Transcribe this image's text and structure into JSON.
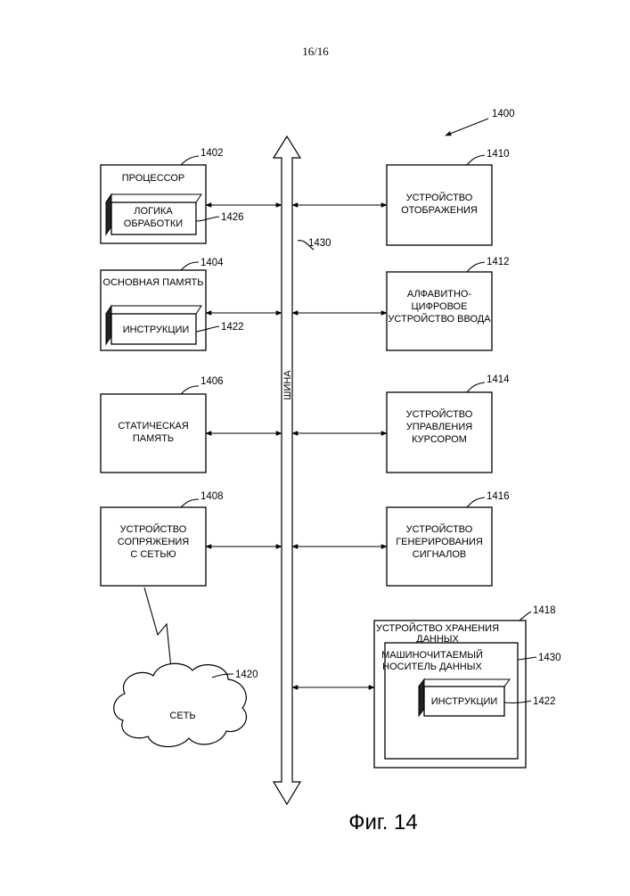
{
  "page_number": "16/16",
  "figure_caption": "Фиг. 14",
  "diagram_ref": "1400",
  "bus": {
    "label": "ШИНА",
    "ref": "1430"
  },
  "processor": {
    "ref": "1402",
    "title": "ПРОЦЕССОР",
    "logic_line1": "ЛОГИКА",
    "logic_line2": "ОБРАБОТКИ",
    "logic_ref": "1426"
  },
  "main_memory": {
    "ref": "1404",
    "title": "ОСНОВНАЯ ПАМЯТЬ",
    "instr": "ИНСТРУКЦИИ",
    "instr_ref": "1422"
  },
  "static_memory": {
    "ref": "1406",
    "line1": "СТАТИЧЕСКАЯ",
    "line2": "ПАМЯТЬ"
  },
  "network_interface": {
    "ref": "1408",
    "line1": "УСТРОЙСТВО",
    "line2": "СОПРЯЖЕНИЯ",
    "line3": "С СЕТЬЮ"
  },
  "network": {
    "ref": "1420",
    "label": "СЕТЬ"
  },
  "display": {
    "ref": "1410",
    "line1": "УСТРОЙСТВО",
    "line2": "ОТОБРАЖЕНИЯ"
  },
  "alnum_input": {
    "ref": "1412",
    "line1": "АЛФАВИТНО-",
    "line2": "ЦИФРОВОЕ",
    "line3": "УСТРОЙСТВО ВВОДА"
  },
  "cursor_control": {
    "ref": "1414",
    "line1": "УСТРОЙСТВО",
    "line2": "УПРАВЛЕНИЯ",
    "line3": "КУРСОРОМ"
  },
  "signal_gen": {
    "ref": "1416",
    "line1": "УСТРОЙСТВО",
    "line2": "ГЕНЕРИРОВАНИЯ",
    "line3": "СИГНАЛОВ"
  },
  "storage": {
    "ref": "1418",
    "line1": "УСТРОЙСТВО ХРАНЕНИЯ",
    "line2": "ДАННЫХ",
    "medium_line1": "МАШИНОЧИТАЕМЫЙ",
    "medium_line2": "НОСИТЕЛЬ ДАННЫХ",
    "medium_ref": "1430",
    "instr": "ИНСТРУКЦИИ",
    "instr_ref": "1422"
  }
}
